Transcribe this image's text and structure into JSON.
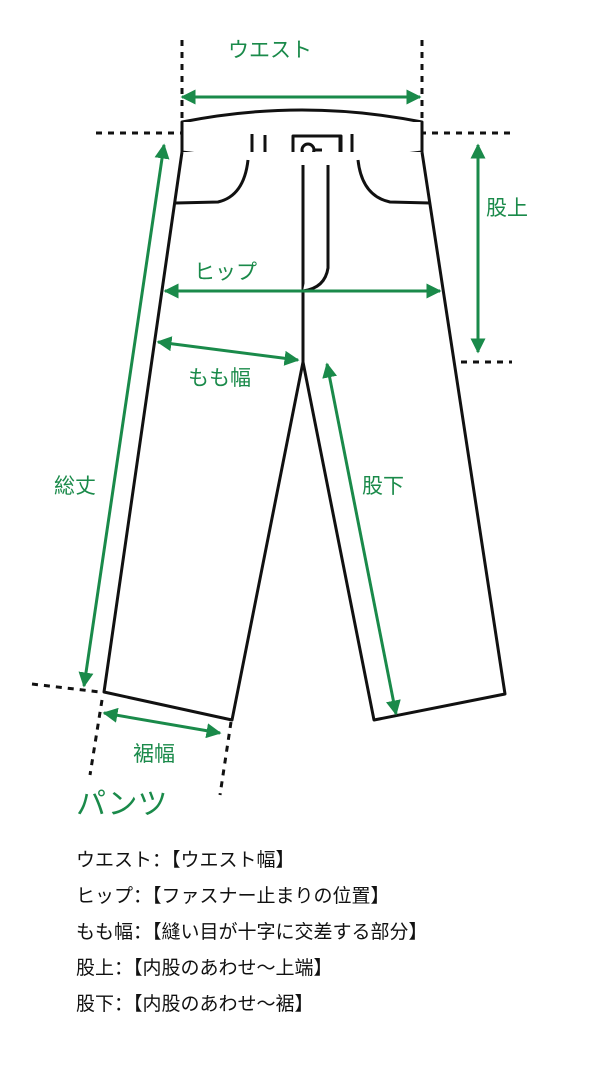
{
  "diagram": {
    "labels": {
      "waist": "ウエスト",
      "hip": "ヒップ",
      "thigh": "もも幅",
      "total_length": "総丈",
      "rise": "股上",
      "inseam": "股下",
      "hem": "裾幅"
    },
    "colors": {
      "accent": "#1a8a4a",
      "line": "#111111"
    }
  },
  "legend": {
    "title": "パンツ",
    "items": [
      {
        "term": "ウエスト",
        "description": "【ウエスト幅】"
      },
      {
        "term": "ヒップ",
        "description": "【ファスナー止まりの位置】"
      },
      {
        "term": "もも幅",
        "description": "【縫い目が十字に交差する部分】"
      },
      {
        "term": "股上",
        "description": "【内股のあわせ～上端】"
      },
      {
        "term": "股下",
        "description": "【内股のあわせ～裾】"
      }
    ]
  }
}
